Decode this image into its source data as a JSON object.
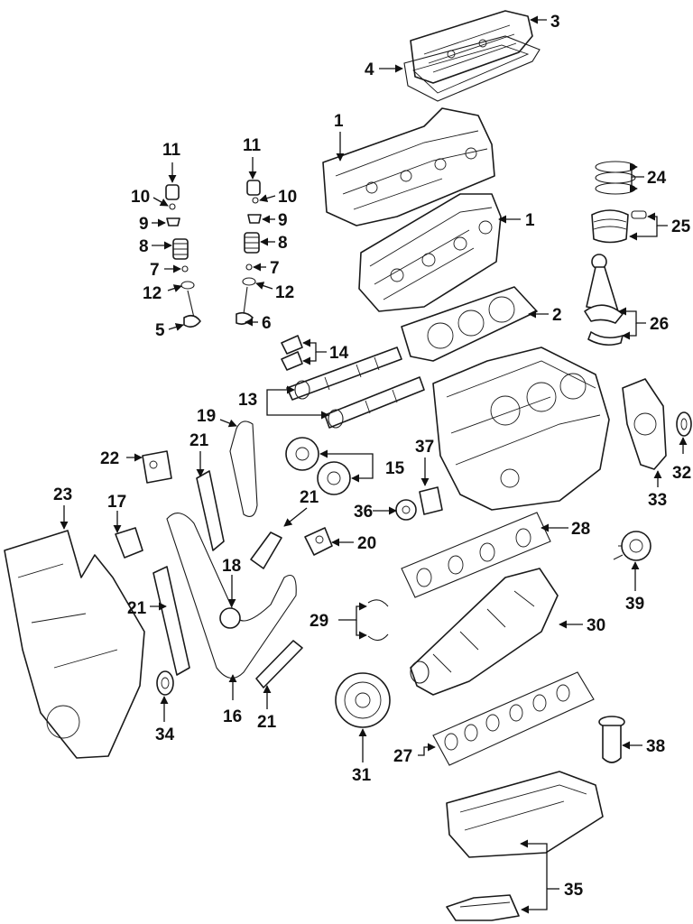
{
  "colors": {
    "line": "#1a1a1a",
    "background": "#ffffff"
  },
  "callouts": {
    "c1a": "1",
    "c1b": "1",
    "c2": "2",
    "c3": "3",
    "c4": "4",
    "c5": "5",
    "c6": "6",
    "c7a": "7",
    "c7b": "7",
    "c8a": "8",
    "c8b": "8",
    "c9a": "9",
    "c9b": "9",
    "c10a": "10",
    "c10b": "10",
    "c11a": "11",
    "c11b": "11",
    "c12a": "12",
    "c12b": "12",
    "c13": "13",
    "c14": "14",
    "c15": "15",
    "c16": "16",
    "c17": "17",
    "c18": "18",
    "c19": "19",
    "c20": "20",
    "c21a": "21",
    "c21b": "21",
    "c21c": "21",
    "c21d": "21",
    "c22": "22",
    "c23": "23",
    "c24": "24",
    "c25": "25",
    "c26": "26",
    "c27": "27",
    "c28": "28",
    "c29": "29",
    "c30": "30",
    "c31": "31",
    "c32": "32",
    "c33": "33",
    "c34": "34",
    "c35": "35",
    "c36": "36",
    "c37": "37",
    "c38": "38",
    "c39": "39"
  }
}
